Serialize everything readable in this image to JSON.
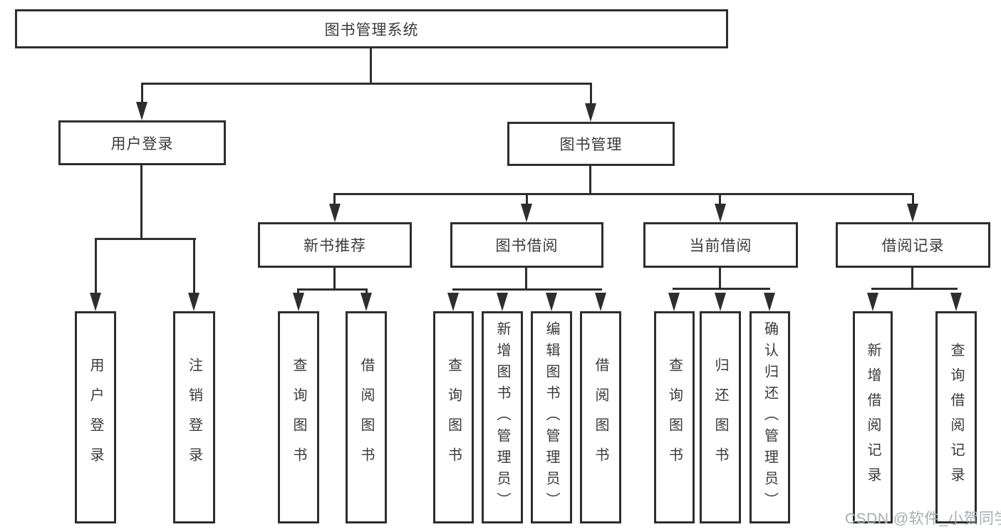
{
  "tree": {
    "label": "图书管理系统",
    "children": [
      {
        "label": "用户登录",
        "children": [
          {
            "label": "用户登录"
          },
          {
            "label": "注销登录"
          }
        ]
      },
      {
        "label": "图书管理",
        "children": [
          {
            "label": "新书推荐",
            "children": [
              {
                "label": "查询图书"
              },
              {
                "label": "借阅图书"
              }
            ]
          },
          {
            "label": "图书借阅",
            "children": [
              {
                "label": "查询图书"
              },
              {
                "label": "新增图书（管理员）"
              },
              {
                "label": "编辑图书（管理员）"
              },
              {
                "label": "借阅图书"
              }
            ]
          },
          {
            "label": "当前借阅",
            "children": [
              {
                "label": "查询图书"
              },
              {
                "label": "归还图书"
              },
              {
                "label": "确认归还（管理员）"
              }
            ]
          },
          {
            "label": "借阅记录",
            "children": [
              {
                "label": "新增借阅记录"
              },
              {
                "label": "查询借阅记录"
              }
            ]
          }
        ]
      }
    ]
  },
  "watermark": {
    "text": "CSDN @软件_小贺同学"
  },
  "colors": {
    "line": "#2e2e2e",
    "text": "#3a3a3a",
    "watermark": "#a8acb3",
    "background": "#ffffff"
  }
}
